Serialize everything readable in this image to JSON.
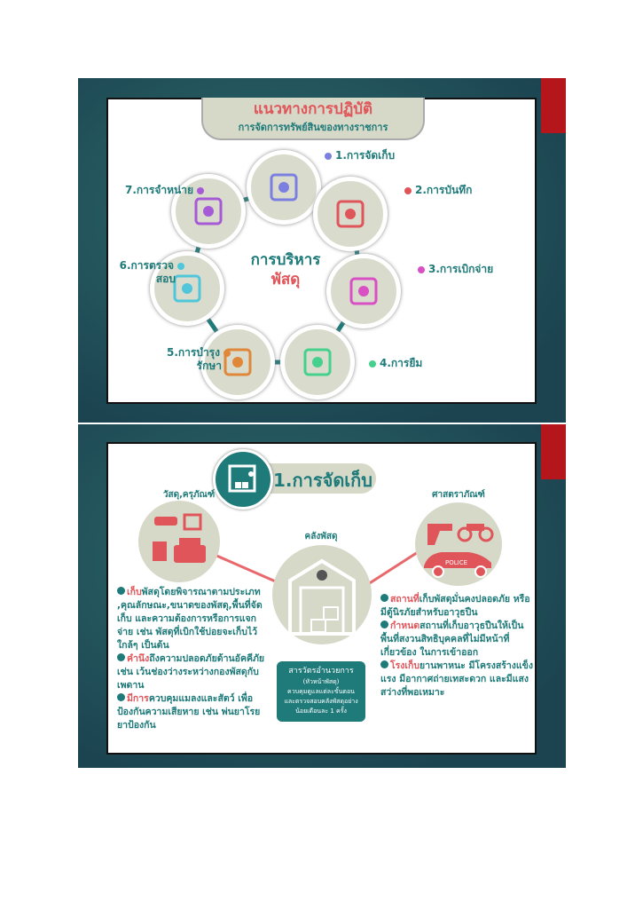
{
  "slide1": {
    "title": "แนวทางการปฏิบัติ",
    "subtitle": "การจัดการทรัพย์สินของทางราชการ",
    "center_line1": "การบริหาร",
    "center_line2": "พัสดุ",
    "steps": [
      {
        "label": "1.การจัดเก็บ",
        "color": "#7b7fe0",
        "icon": "warehouse-icon"
      },
      {
        "label": "2.การบันทึก",
        "color": "#e0555a",
        "icon": "document-pen-icon"
      },
      {
        "label": "3.การเบิกจ่าย",
        "color": "#d94fc4",
        "icon": "handover-icon"
      },
      {
        "label": "4.การยืม",
        "color": "#45d08d",
        "icon": "hand-arrow-icon"
      },
      {
        "label": "5.การบำรุง",
        "label2": "รักษา",
        "color": "#e0873a",
        "icon": "gear-wrench-icon"
      },
      {
        "label": "6.การตรวจ",
        "label2": "สอบ",
        "color": "#4fc6d9",
        "icon": "checklist-icon"
      },
      {
        "label": "7.การจำหน่าย",
        "color": "#a75ad6",
        "icon": "auction-icon"
      }
    ]
  },
  "slide2": {
    "title": "1.การจัดเก็บ",
    "left_label": "วัสดุ,ครุภัณฑ์",
    "center_label": "คลังพัสดุ",
    "right_label": "ศาสตราภัณฑ์",
    "police": "POLICE",
    "left_bullets": [
      {
        "key": "เก็บ",
        "text": "พัสดุโดยพิจารณาตามประเภท ,คุณลักษณะ,ขนาดของพัสดุ,พื้นที่จัดเก็บ และความต้องการหรือการแจกจ่าย เช่น พัสดุที่เบิกใช้บ่อยจะเก็บไว้ใกล้ๆ เป็นต้น"
      },
      {
        "key": "คำนึง",
        "text": "ถึงความปลอดภัยด้านอัคคีภัย เช่น เว้นช่องว่างระหว่างกองพัสดุกับเพดาน"
      },
      {
        "key": "มีการ",
        "text": "ควบคุมแมลงและสัตว์ เพื่อป้องกันความเสียหาย เช่น พ่นยาโรยยาป้องกัน"
      }
    ],
    "box_lines": [
      "สารวัตรอำนวยการ",
      "(หัวหน้าพัสดุ)",
      "ควบคุมดูแลแต่ละขั้นตอน",
      "และตรวจสอบคลังพัสดุอย่าง",
      "น้อยเดือนละ 1 ครั้ง"
    ],
    "right_bullets": [
      {
        "key": "สถานที่",
        "text": "เก็บพัสดุมั่นคงปลอดภัย หรือมีตู้นิรภัยสำหรับอาวุธปืน"
      },
      {
        "key": "กำหนด",
        "text": "สถานที่เก็บอาวุธปืนให้เป็นพื้นที่สงวนสิทธิบุคคลที่ไม่มีหน้าที่เกี่ยวข้อง ในการเข้าออก"
      },
      {
        "key": "โรงเก็บ",
        "text": "ยานพาหนะ มีโครงสร้างแข็งแรง มีอากาศถ่ายเทสะดวก และมีแสงสว่างที่พอเหมาะ"
      }
    ]
  }
}
